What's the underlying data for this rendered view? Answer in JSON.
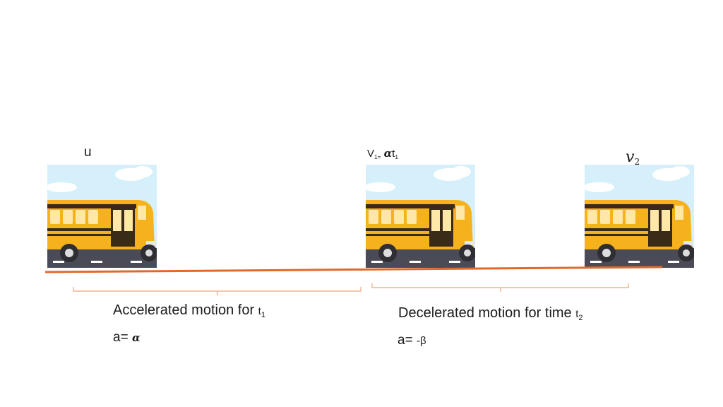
{
  "diagram": {
    "colors": {
      "road_line": "#e06a2c",
      "brace": "#f0a47a",
      "sky": "#d6f0fb",
      "cloud": "#ffffff",
      "bus_body": "#f6b21c",
      "bus_stripe": "#3a2a18",
      "window": "#ffe7a8",
      "asphalt": "#4b4b57",
      "wheel": "#2e2e33"
    },
    "buses": [
      {
        "label": {
          "main": "u"
        }
      },
      {
        "label": {
          "main": "V",
          "sub1": "1=",
          "greek": "α",
          "after": "t",
          "sub2": "1"
        }
      },
      {
        "label": {
          "main": "v",
          "sub": "2"
        }
      }
    ],
    "segments": [
      {
        "description": "Accelerated  motion for ",
        "time_symbol": "t",
        "time_subscript": "1",
        "accel_prefix": "a= ",
        "accel_value": "α"
      },
      {
        "description": "Decelerated  motion for time ",
        "time_symbol": "t",
        "time_subscript": "2",
        "accel_prefix": "a= ",
        "accel_value": "-β"
      }
    ]
  }
}
